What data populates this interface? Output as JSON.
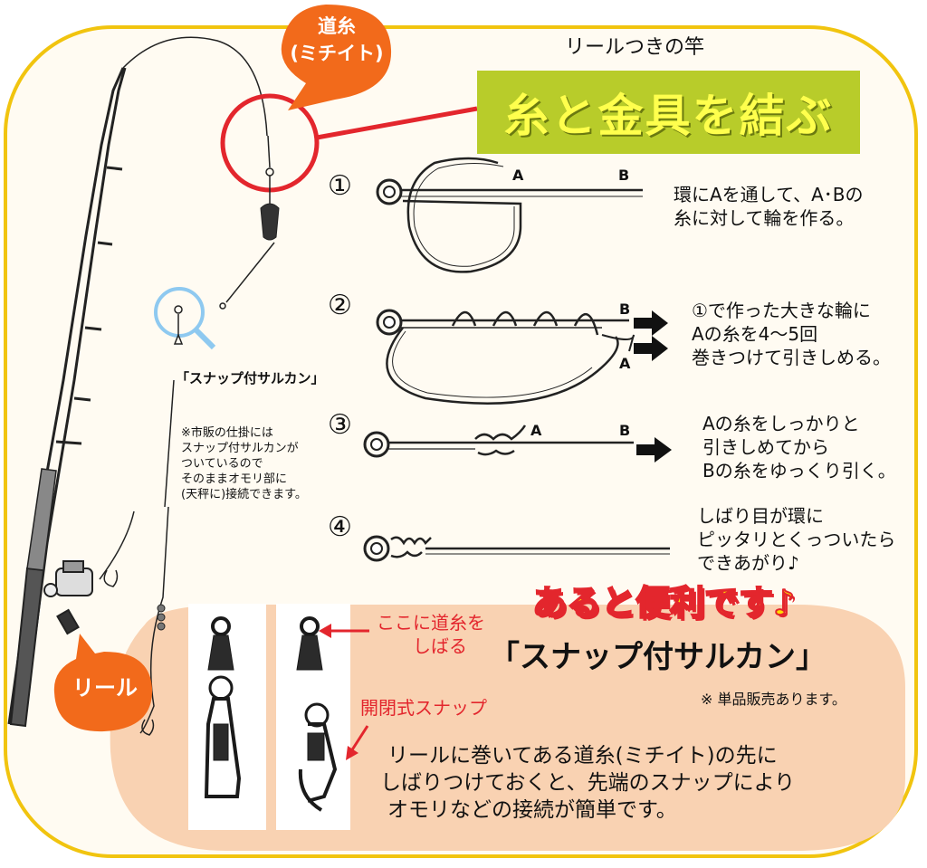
{
  "header": {
    "subtitle": "リールつきの竿",
    "title": "糸と金具を結ぶ"
  },
  "callouts": {
    "line": "道糸\n(ミチイト)",
    "reel": "リール",
    "snap_swivel_label": "「スナップ付サルカン」",
    "note": [
      "※市販の仕掛には",
      "スナップ付サルカンが",
      "ついているので",
      "そのままオモリ部に",
      "(天秤に)接続できます。"
    ]
  },
  "steps": [
    {
      "number": "①",
      "labels": [
        "A",
        "B"
      ],
      "desc": [
        "環にAを通して、A･Bの",
        "糸に対して輪を作る。"
      ]
    },
    {
      "number": "②",
      "labels": [
        "B",
        "A"
      ],
      "desc": [
        "①で作った大きな輪に",
        "Aの糸を4～5回",
        "巻きつけて引きしめる。"
      ]
    },
    {
      "number": "③",
      "labels": [
        "A",
        "B"
      ],
      "desc": [
        "Aの糸をしっかりと",
        "引きしめてから",
        "Bの糸をゆっくり引く。"
      ]
    },
    {
      "number": "④",
      "labels": [],
      "desc": [
        "しばり目が環に",
        "ピッタリとくっついたら",
        "できあがり♪"
      ]
    }
  ],
  "convenience": {
    "headline": "あると便利です♪",
    "product": "「スナップ付サルカン」",
    "sold_separately": "※ 単品販売あります。",
    "tie_here": [
      "ここに道糸を",
      "しばる"
    ],
    "snap_type": "開閉式スナップ",
    "explanation": [
      "リールに巻いてある道糸(ミチイト)の先に",
      "しばりつけておくと、先端のスナップにより",
      "オモリなどの接続が簡単です。"
    ]
  },
  "colors": {
    "frame": "#f1c40f",
    "orange": "#f26a1b",
    "red": "#e3262d",
    "title_bg": "#b8cc2a",
    "title_text": "#ffff4d",
    "peach": "#f9d2b2",
    "blue": "#8ec9f0"
  }
}
